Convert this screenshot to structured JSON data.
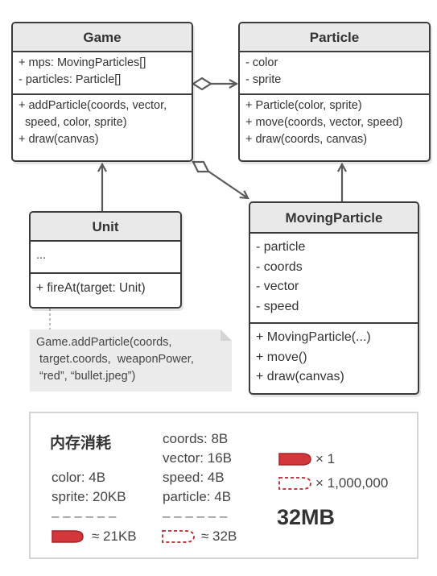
{
  "game": {
    "title": "Game",
    "fields": [
      "+ mps: MovingParticles[]",
      "- particles: Particle[]"
    ],
    "methods": [
      "+ addParticle(coords, vector,",
      "  speed, color, sprite)",
      "+ draw(canvas)"
    ]
  },
  "particle": {
    "title": "Particle",
    "fields": [
      "- color",
      "- sprite"
    ],
    "methods": [
      "+ Particle(color, sprite)",
      "+ move(coords, vector, speed)",
      "+ draw(coords, canvas)"
    ]
  },
  "unit": {
    "title": "Unit",
    "fields": [
      "..."
    ],
    "methods": [
      "+ fireAt(target: Unit)"
    ]
  },
  "moving_particle": {
    "title": "MovingParticle",
    "fields": [
      "- particle",
      "- coords",
      "- vector",
      "- speed"
    ],
    "methods": [
      "+ MovingParticle(...)",
      "+ move()",
      "+ draw(canvas)"
    ]
  },
  "note": {
    "lines": [
      "Game.addParticle(coords,",
      " target.coords,  weaponPower,",
      " “red”, “bullet.jpeg”)"
    ]
  },
  "memory": {
    "heading": "内存消耗",
    "particle_sizes": [
      "color: 4B",
      "sprite: 20KB"
    ],
    "moving_sizes": [
      "coords: 8B",
      "vector: 16B",
      "speed: 4B",
      "particle: 4B"
    ],
    "separator": "– – – – – –",
    "particle_total": "≈ 21KB",
    "moving_total": "≈ 32B",
    "legend_one": "× 1",
    "legend_many": "× 1,000,000",
    "total": "32MB",
    "colors": {
      "bullet": "#d2373b",
      "dashed": "#b5262b"
    }
  }
}
